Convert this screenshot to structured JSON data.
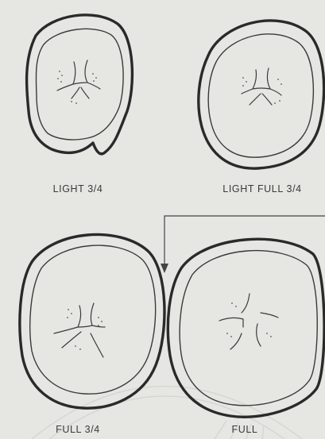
{
  "panels": [
    {
      "id": "light-3-4",
      "label": "LIGHT 3/4"
    },
    {
      "id": "light-full-3-4",
      "label": "LIGHT FULL 3/4"
    },
    {
      "id": "full-3-4",
      "label": "FULL 3/4"
    },
    {
      "id": "full",
      "label": "FULL"
    }
  ],
  "colors": {
    "background": "#e6e6e3",
    "ink": "#2a2a2a",
    "watermark": "#d4d4d1"
  }
}
